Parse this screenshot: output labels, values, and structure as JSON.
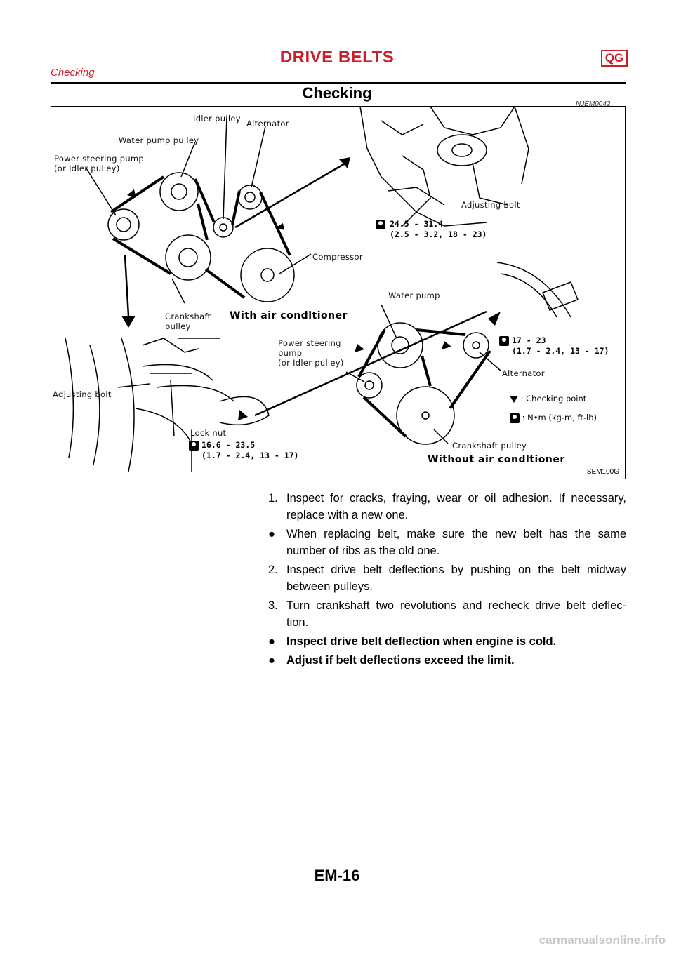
{
  "header": {
    "title": "DRIVE BELTS",
    "badge": "QG",
    "subtitle": "Checking"
  },
  "section": {
    "title": "Checking",
    "code": "NJEM0042"
  },
  "figure": {
    "code": "SEM100G",
    "with_ac": {
      "caption": "With air condltioner",
      "labels": {
        "idler_pulley": "Idler pulley",
        "alternator": "Alternator",
        "water_pump_pulley": "Water pump pulley",
        "power_steering_pump": "Power steering pump\n(or Idler pulley)",
        "compressor": "Compressor",
        "crankshaft_pulley": "Crankshaft\npulley",
        "adjusting_bolt": "Adjusting bolt"
      },
      "torque": "24.5 - 31.4\n(2.5 - 3.2, 18 - 23)"
    },
    "without_ac": {
      "caption": "Without air condltioner",
      "labels": {
        "water_pump": "Water pump",
        "power_steering_pump": "Power steering\npump\n(or Idler pulley)",
        "alternator": "Alternator",
        "crankshaft_pulley": "Crankshaft pulley",
        "adjusting_bolt": "Adjusting bolt",
        "lock_nut": "Lock nut"
      },
      "torque_alt": "17 - 23\n(1.7 - 2.4, 13 - 17)",
      "torque_lock": "16.6 - 23.5\n(1.7 - 2.4, 13 - 17)"
    },
    "legend": {
      "checking_point": ": Checking point",
      "units": ": N•m (kg-m, ft-lb)"
    }
  },
  "instructions": [
    {
      "marker": "1.",
      "text": "Inspect for cracks, fraying, wear or oil adhesion. If necessary, replace with a new one.",
      "bold": false
    },
    {
      "marker": "●",
      "text": "When replacing belt, make sure the new belt has the same number of ribs as the old one.",
      "bold": false
    },
    {
      "marker": "2.",
      "text": "Inspect drive belt deflections by pushing on the belt midway between pulleys.",
      "bold": false
    },
    {
      "marker": "3.",
      "text": "Turn crankshaft two revolutions and recheck drive belt deflec- tion.",
      "bold": false
    },
    {
      "marker": "●",
      "text": "Inspect drive belt deflection when engine is cold.",
      "bold": true
    },
    {
      "marker": "●",
      "text": "Adjust if belt deflections exceed the limit.",
      "bold": true
    }
  ],
  "page_number": "EM-16",
  "footer": "carmanualsonline.info"
}
